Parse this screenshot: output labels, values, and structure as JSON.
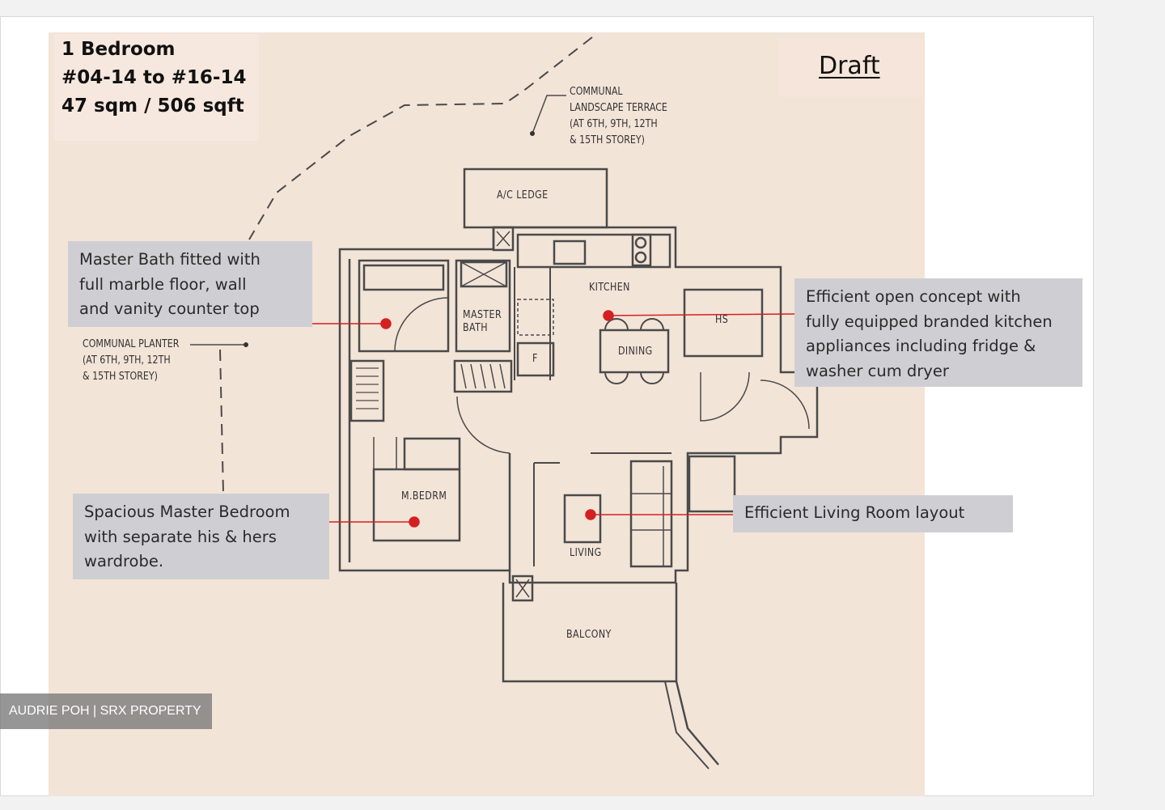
{
  "unit": {
    "type": "1 Bedroom",
    "units": "#04-14 to #16-14",
    "size": "47 sqm / 506 sqft"
  },
  "stamp": "Draft",
  "callouts": {
    "bath": [
      "Master Bath fitted with",
      "full marble floor, wall",
      "and vanity counter top"
    ],
    "kitchen": [
      "Efficient open concept with",
      "fully equipped branded kitchen",
      "appliances including fridge &",
      "washer cum dryer"
    ],
    "bedroom": [
      "Spacious Master Bedroom",
      "with separate his & hers",
      "wardrobe."
    ],
    "living": "Efficient Living Room layout"
  },
  "rooms": {
    "ac_ledge": "A/C LEDGE",
    "kitchen": "KITCHEN",
    "master_bath": [
      "MASTER",
      "BATH"
    ],
    "dining": "DINING",
    "hs": "HS",
    "bedroom": "M.BEDRM",
    "living": "LIVING",
    "balcony": "BALCONY",
    "fridge": "F"
  },
  "annotations": {
    "terrace": "COMMUNAL\nLANDSCAPE TERRACE\n(AT 6TH, 9TH, 12TH\n& 15TH STOREY)",
    "planter": "COMMUNAL PLANTER\n(AT 6TH, 9TH, 12TH\n& 15TH STOREY)"
  },
  "watermark": "AUDRIE POH | SRX PROPERTY",
  "colors": {
    "sheet": "#f3e4d8",
    "callout_bg": "#cfcfd3",
    "marker": "#d42020",
    "wall": "#4a4a4a"
  }
}
